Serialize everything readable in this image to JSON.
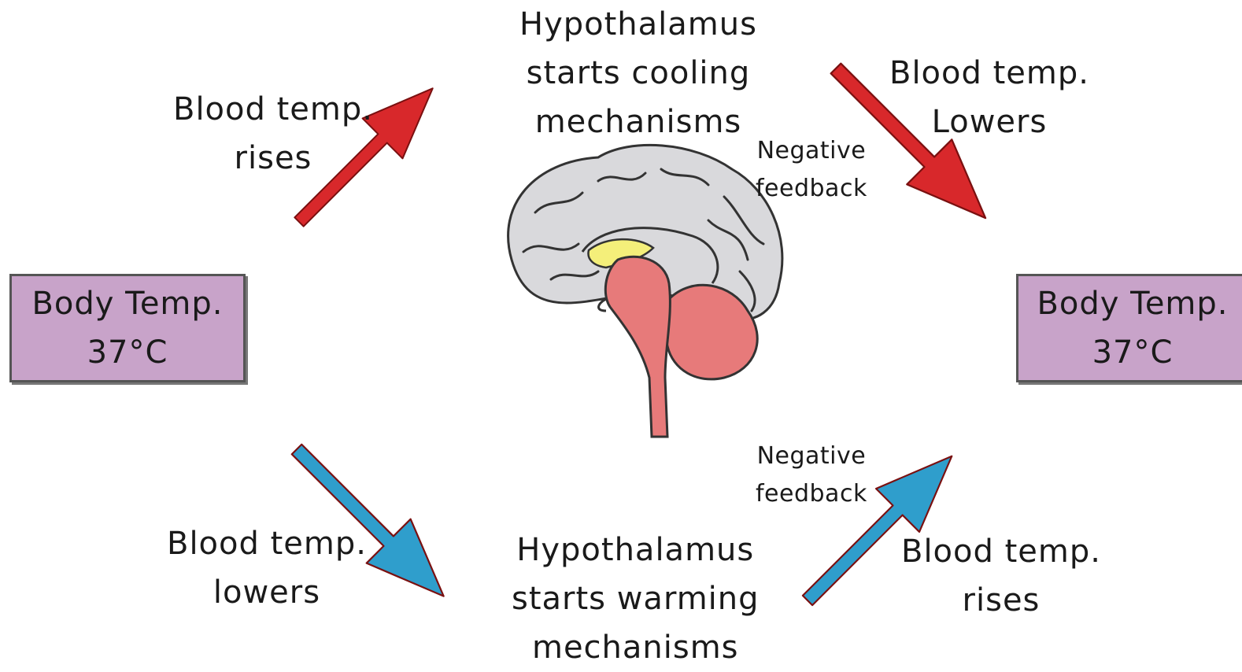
{
  "hot_path": {
    "step1": {
      "line1": "Blood temp.",
      "line2": "rises"
    },
    "hypothalamus": {
      "line1": "Hypothalamus",
      "line2": "starts cooling",
      "line3": "mechanisms"
    },
    "step3": {
      "line1": "Blood temp.",
      "line2": "Lowers"
    },
    "feedback": {
      "line1": "Negative",
      "line2": "feedback"
    }
  },
  "cold_path": {
    "step1": {
      "line1": "Blood temp.",
      "line2": "lowers"
    },
    "hypothalamus": {
      "line1": "Hypothalamus",
      "line2": "starts warming",
      "line3": "mechanisms"
    },
    "step3": {
      "line1": "Blood temp.",
      "line2": "rises"
    },
    "feedback": {
      "line1": "Negative",
      "line2": "feedback"
    }
  },
  "body_temp_left": {
    "line1": "Body Temp.",
    "line2": "37°C"
  },
  "body_temp_right": {
    "line1": "Body Temp.",
    "line2": "37°C"
  },
  "colors": {
    "hot_arrow": "#d8282b",
    "cold_arrow": "#2f9ecc",
    "box_fill": "#c8a3c9",
    "brain": "#d9d9dc",
    "brainstem": "#e77a7a",
    "hypothalamus": "#f4ef7a"
  },
  "icons": [
    "brain-illustration",
    "arrow-up-right",
    "arrow-down-right"
  ]
}
